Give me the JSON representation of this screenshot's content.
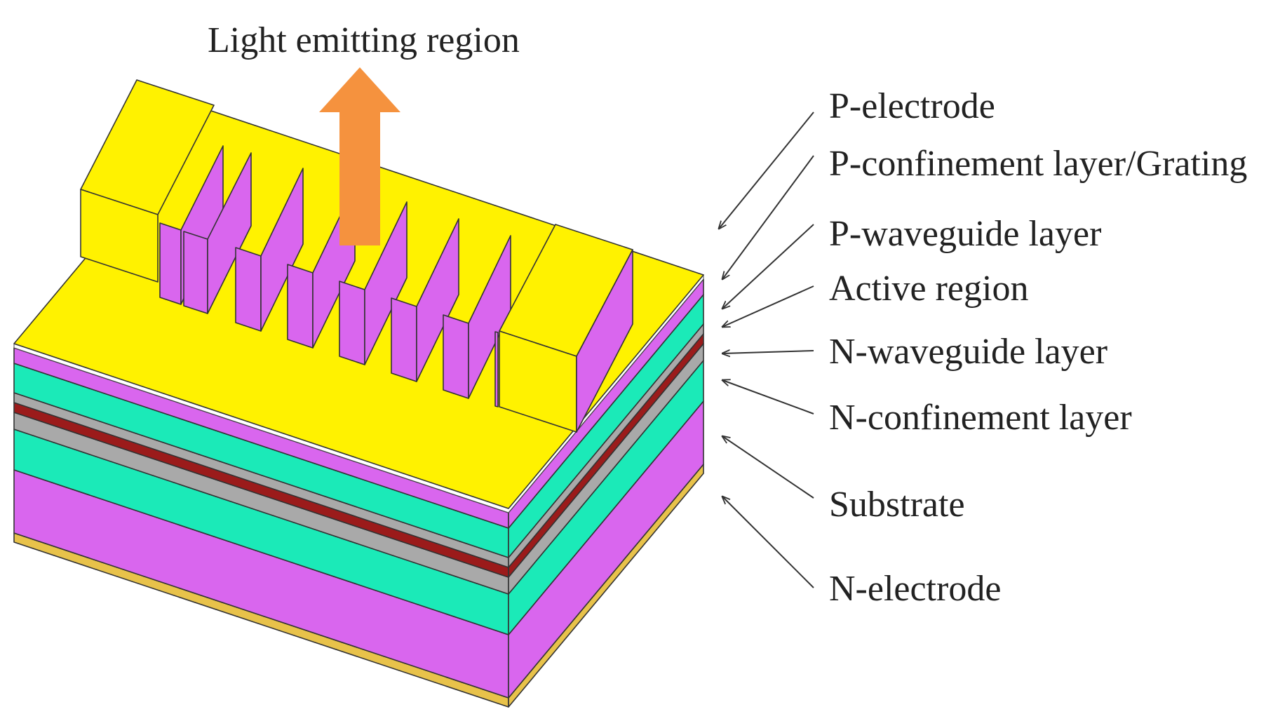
{
  "title": "Light emitting region",
  "labels": [
    {
      "id": "p-electrode",
      "text": "P-electrode"
    },
    {
      "id": "p-confinement",
      "text": "P-confinement layer/Grating"
    },
    {
      "id": "p-waveguide",
      "text": "P-waveguide layer"
    },
    {
      "id": "active-region",
      "text": "Active region"
    },
    {
      "id": "n-waveguide",
      "text": "N-waveguide layer"
    },
    {
      "id": "n-confinement",
      "text": "N-confinement layer"
    },
    {
      "id": "substrate",
      "text": "Substrate"
    },
    {
      "id": "n-electrode",
      "text": "N-electrode"
    }
  ],
  "colors": {
    "electrode": "#FFF200",
    "confinement": "#D966EE",
    "waveguide": "#1BEAB8",
    "gray": "#A9A9A9",
    "active": "#9B1B1B",
    "arrow": "#F5923E"
  }
}
